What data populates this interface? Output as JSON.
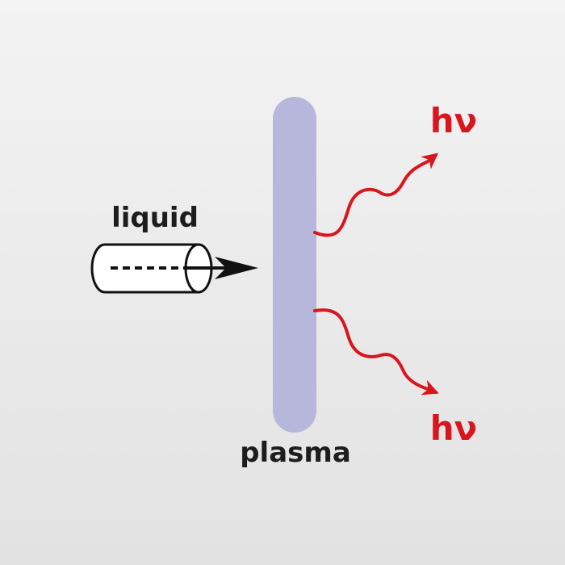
{
  "labels": {
    "liquid": "liquid",
    "plasma": "plasma",
    "photon_top": "hν",
    "photon_bottom": "hν"
  },
  "colors": {
    "plasma": "#b7b7db",
    "photon": "#d8161d",
    "text": "#1d1d1d",
    "arrow": "#111111",
    "tube_fill": "#ffffff"
  }
}
